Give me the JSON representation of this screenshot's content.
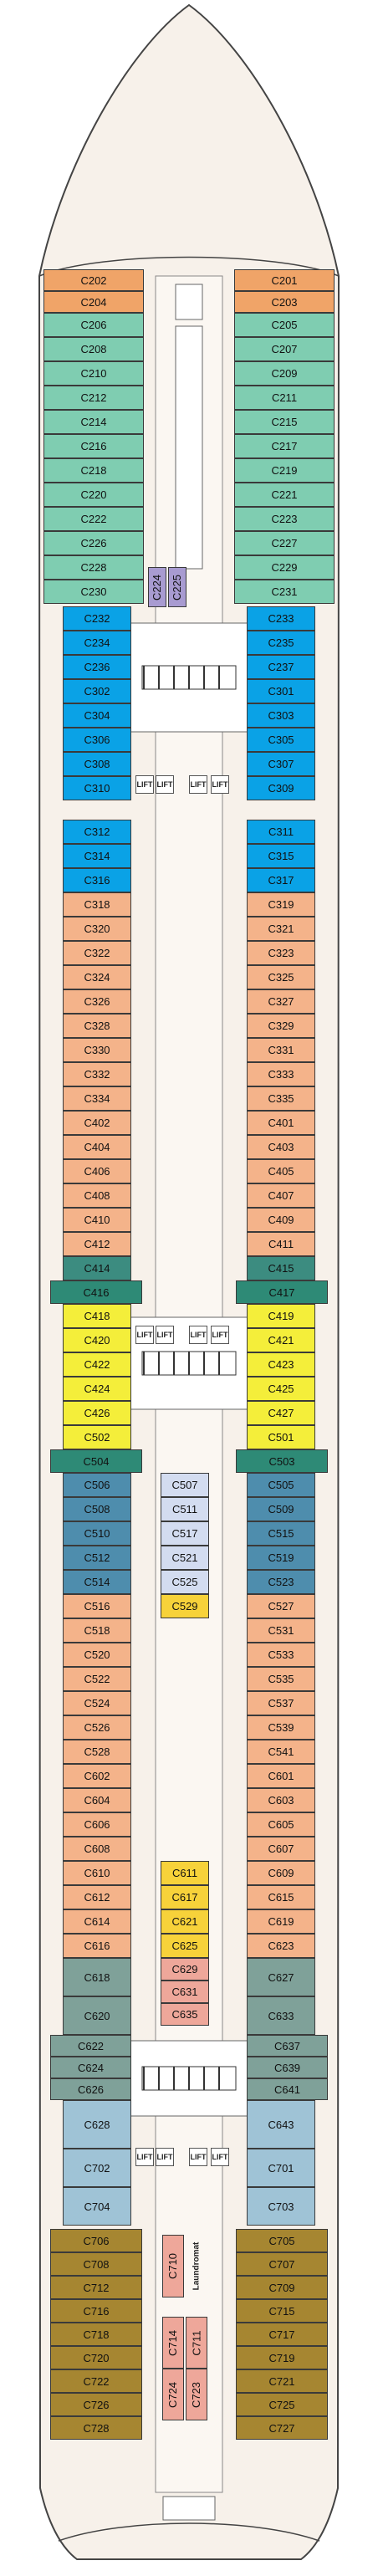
{
  "colors": {
    "orange": "#f0a468",
    "green": "#7fcdb1",
    "purple": "#a89bd1",
    "blue": "#0aa2e6",
    "peach": "#f4b38a",
    "teal": "#3c8c80",
    "darkteal": "#2e8a76",
    "yellow": "#f4ee3a",
    "steelblue": "#4e8dad",
    "paleblue": "#d3dcf0",
    "gold": "#f7d23a",
    "pink": "#eea79a",
    "greyteal": "#7fa199",
    "lightblue": "#9fc3d6",
    "olive": "#a68631",
    "hull": "#f7f1ea",
    "stroke": "#444444"
  },
  "labels": {
    "lift": "LIFT",
    "laundromat": "Laundromat"
  },
  "cabins": [
    {
      "id": "C202",
      "c": "orange"
    },
    {
      "id": "C204",
      "c": "orange"
    },
    {
      "id": "C201",
      "c": "orange"
    },
    {
      "id": "C203",
      "c": "orange"
    },
    {
      "id": "C206",
      "c": "green"
    },
    {
      "id": "C208",
      "c": "green"
    },
    {
      "id": "C210",
      "c": "green"
    },
    {
      "id": "C212",
      "c": "green"
    },
    {
      "id": "C214",
      "c": "green"
    },
    {
      "id": "C216",
      "c": "green"
    },
    {
      "id": "C218",
      "c": "green"
    },
    {
      "id": "C220",
      "c": "green"
    },
    {
      "id": "C222",
      "c": "green"
    },
    {
      "id": "C226",
      "c": "green"
    },
    {
      "id": "C228",
      "c": "green"
    },
    {
      "id": "C230",
      "c": "green"
    },
    {
      "id": "C205",
      "c": "green"
    },
    {
      "id": "C207",
      "c": "green"
    },
    {
      "id": "C209",
      "c": "green"
    },
    {
      "id": "C211",
      "c": "green"
    },
    {
      "id": "C215",
      "c": "green"
    },
    {
      "id": "C217",
      "c": "green"
    },
    {
      "id": "C219",
      "c": "green"
    },
    {
      "id": "C221",
      "c": "green"
    },
    {
      "id": "C223",
      "c": "green"
    },
    {
      "id": "C227",
      "c": "green"
    },
    {
      "id": "C229",
      "c": "green"
    },
    {
      "id": "C231",
      "c": "green"
    },
    {
      "id": "C224",
      "c": "purple"
    },
    {
      "id": "C225",
      "c": "purple"
    },
    {
      "id": "C232",
      "c": "blue"
    },
    {
      "id": "C234",
      "c": "blue"
    },
    {
      "id": "C236",
      "c": "blue"
    },
    {
      "id": "C302",
      "c": "blue"
    },
    {
      "id": "C304",
      "c": "blue"
    },
    {
      "id": "C306",
      "c": "blue"
    },
    {
      "id": "C308",
      "c": "blue"
    },
    {
      "id": "C310",
      "c": "blue"
    },
    {
      "id": "C233",
      "c": "blue"
    },
    {
      "id": "C235",
      "c": "blue"
    },
    {
      "id": "C237",
      "c": "blue"
    },
    {
      "id": "C301",
      "c": "blue"
    },
    {
      "id": "C303",
      "c": "blue"
    },
    {
      "id": "C305",
      "c": "blue"
    },
    {
      "id": "C307",
      "c": "blue"
    },
    {
      "id": "C309",
      "c": "blue"
    },
    {
      "id": "C312",
      "c": "blue"
    },
    {
      "id": "C314",
      "c": "blue"
    },
    {
      "id": "C316",
      "c": "blue"
    },
    {
      "id": "C311",
      "c": "blue"
    },
    {
      "id": "C315",
      "c": "blue"
    },
    {
      "id": "C317",
      "c": "blue"
    },
    {
      "id": "C318",
      "c": "peach"
    },
    {
      "id": "C320",
      "c": "peach"
    },
    {
      "id": "C322",
      "c": "peach"
    },
    {
      "id": "C324",
      "c": "peach"
    },
    {
      "id": "C326",
      "c": "peach"
    },
    {
      "id": "C328",
      "c": "peach"
    },
    {
      "id": "C330",
      "c": "peach"
    },
    {
      "id": "C332",
      "c": "peach"
    },
    {
      "id": "C334",
      "c": "peach"
    },
    {
      "id": "C402",
      "c": "peach"
    },
    {
      "id": "C404",
      "c": "peach"
    },
    {
      "id": "C406",
      "c": "peach"
    },
    {
      "id": "C408",
      "c": "peach"
    },
    {
      "id": "C410",
      "c": "peach"
    },
    {
      "id": "C412",
      "c": "peach"
    },
    {
      "id": "C319",
      "c": "peach"
    },
    {
      "id": "C321",
      "c": "peach"
    },
    {
      "id": "C323",
      "c": "peach"
    },
    {
      "id": "C325",
      "c": "peach"
    },
    {
      "id": "C327",
      "c": "peach"
    },
    {
      "id": "C329",
      "c": "peach"
    },
    {
      "id": "C331",
      "c": "peach"
    },
    {
      "id": "C333",
      "c": "peach"
    },
    {
      "id": "C335",
      "c": "peach"
    },
    {
      "id": "C401",
      "c": "peach"
    },
    {
      "id": "C403",
      "c": "peach"
    },
    {
      "id": "C405",
      "c": "peach"
    },
    {
      "id": "C407",
      "c": "peach"
    },
    {
      "id": "C409",
      "c": "peach"
    },
    {
      "id": "C411",
      "c": "peach"
    },
    {
      "id": "C414",
      "c": "teal"
    },
    {
      "id": "C415",
      "c": "teal"
    },
    {
      "id": "C416",
      "c": "darkteal"
    },
    {
      "id": "C417",
      "c": "darkteal"
    },
    {
      "id": "C418",
      "c": "yellow"
    },
    {
      "id": "C420",
      "c": "yellow"
    },
    {
      "id": "C422",
      "c": "yellow"
    },
    {
      "id": "C424",
      "c": "yellow"
    },
    {
      "id": "C426",
      "c": "yellow"
    },
    {
      "id": "C502",
      "c": "yellow"
    },
    {
      "id": "C419",
      "c": "yellow"
    },
    {
      "id": "C421",
      "c": "yellow"
    },
    {
      "id": "C423",
      "c": "yellow"
    },
    {
      "id": "C425",
      "c": "yellow"
    },
    {
      "id": "C427",
      "c": "yellow"
    },
    {
      "id": "C501",
      "c": "yellow"
    },
    {
      "id": "C504",
      "c": "darkteal"
    },
    {
      "id": "C503",
      "c": "darkteal"
    },
    {
      "id": "C506",
      "c": "steelblue"
    },
    {
      "id": "C508",
      "c": "steelblue"
    },
    {
      "id": "C510",
      "c": "steelblue"
    },
    {
      "id": "C512",
      "c": "steelblue"
    },
    {
      "id": "C514",
      "c": "steelblue"
    },
    {
      "id": "C505",
      "c": "steelblue"
    },
    {
      "id": "C509",
      "c": "steelblue"
    },
    {
      "id": "C515",
      "c": "steelblue"
    },
    {
      "id": "C519",
      "c": "steelblue"
    },
    {
      "id": "C523",
      "c": "steelblue"
    },
    {
      "id": "C507",
      "c": "paleblue"
    },
    {
      "id": "C511",
      "c": "paleblue"
    },
    {
      "id": "C517",
      "c": "paleblue"
    },
    {
      "id": "C521",
      "c": "paleblue"
    },
    {
      "id": "C525",
      "c": "paleblue"
    },
    {
      "id": "C529",
      "c": "gold"
    },
    {
      "id": "C516",
      "c": "peach"
    },
    {
      "id": "C518",
      "c": "peach"
    },
    {
      "id": "C520",
      "c": "peach"
    },
    {
      "id": "C522",
      "c": "peach"
    },
    {
      "id": "C524",
      "c": "peach"
    },
    {
      "id": "C526",
      "c": "peach"
    },
    {
      "id": "C528",
      "c": "peach"
    },
    {
      "id": "C602",
      "c": "peach"
    },
    {
      "id": "C604",
      "c": "peach"
    },
    {
      "id": "C606",
      "c": "peach"
    },
    {
      "id": "C608",
      "c": "peach"
    },
    {
      "id": "C610",
      "c": "peach"
    },
    {
      "id": "C612",
      "c": "peach"
    },
    {
      "id": "C614",
      "c": "peach"
    },
    {
      "id": "C616",
      "c": "peach"
    },
    {
      "id": "C527",
      "c": "peach"
    },
    {
      "id": "C531",
      "c": "peach"
    },
    {
      "id": "C533",
      "c": "peach"
    },
    {
      "id": "C535",
      "c": "peach"
    },
    {
      "id": "C537",
      "c": "peach"
    },
    {
      "id": "C539",
      "c": "peach"
    },
    {
      "id": "C541",
      "c": "peach"
    },
    {
      "id": "C601",
      "c": "peach"
    },
    {
      "id": "C603",
      "c": "peach"
    },
    {
      "id": "C605",
      "c": "peach"
    },
    {
      "id": "C607",
      "c": "peach"
    },
    {
      "id": "C609",
      "c": "peach"
    },
    {
      "id": "C615",
      "c": "peach"
    },
    {
      "id": "C619",
      "c": "peach"
    },
    {
      "id": "C623",
      "c": "peach"
    },
    {
      "id": "C611",
      "c": "gold"
    },
    {
      "id": "C617",
      "c": "gold"
    },
    {
      "id": "C621",
      "c": "gold"
    },
    {
      "id": "C625",
      "c": "gold"
    },
    {
      "id": "C629",
      "c": "pink"
    },
    {
      "id": "C631",
      "c": "pink"
    },
    {
      "id": "C635",
      "c": "pink"
    },
    {
      "id": "C618",
      "c": "greyteal"
    },
    {
      "id": "C620",
      "c": "greyteal"
    },
    {
      "id": "C627",
      "c": "greyteal"
    },
    {
      "id": "C633",
      "c": "greyteal"
    },
    {
      "id": "C622",
      "c": "greyteal"
    },
    {
      "id": "C624",
      "c": "greyteal"
    },
    {
      "id": "C626",
      "c": "greyteal"
    },
    {
      "id": "C637",
      "c": "greyteal"
    },
    {
      "id": "C639",
      "c": "greyteal"
    },
    {
      "id": "C641",
      "c": "greyteal"
    },
    {
      "id": "C628",
      "c": "lightblue"
    },
    {
      "id": "C702",
      "c": "lightblue"
    },
    {
      "id": "C704",
      "c": "lightblue"
    },
    {
      "id": "C643",
      "c": "lightblue"
    },
    {
      "id": "C701",
      "c": "lightblue"
    },
    {
      "id": "C703",
      "c": "lightblue"
    },
    {
      "id": "C706",
      "c": "olive"
    },
    {
      "id": "C708",
      "c": "olive"
    },
    {
      "id": "C712",
      "c": "olive"
    },
    {
      "id": "C716",
      "c": "olive"
    },
    {
      "id": "C718",
      "c": "olive"
    },
    {
      "id": "C720",
      "c": "olive"
    },
    {
      "id": "C722",
      "c": "olive"
    },
    {
      "id": "C726",
      "c": "olive"
    },
    {
      "id": "C728",
      "c": "olive"
    },
    {
      "id": "C705",
      "c": "olive"
    },
    {
      "id": "C707",
      "c": "olive"
    },
    {
      "id": "C709",
      "c": "olive"
    },
    {
      "id": "C715",
      "c": "olive"
    },
    {
      "id": "C717",
      "c": "olive"
    },
    {
      "id": "C719",
      "c": "olive"
    },
    {
      "id": "C721",
      "c": "olive"
    },
    {
      "id": "C725",
      "c": "olive"
    },
    {
      "id": "C727",
      "c": "olive"
    },
    {
      "id": "C710",
      "c": "pink"
    },
    {
      "id": "C714",
      "c": "pink"
    },
    {
      "id": "C711",
      "c": "pink"
    },
    {
      "id": "C724",
      "c": "pink"
    },
    {
      "id": "C723",
      "c": "pink"
    }
  ]
}
